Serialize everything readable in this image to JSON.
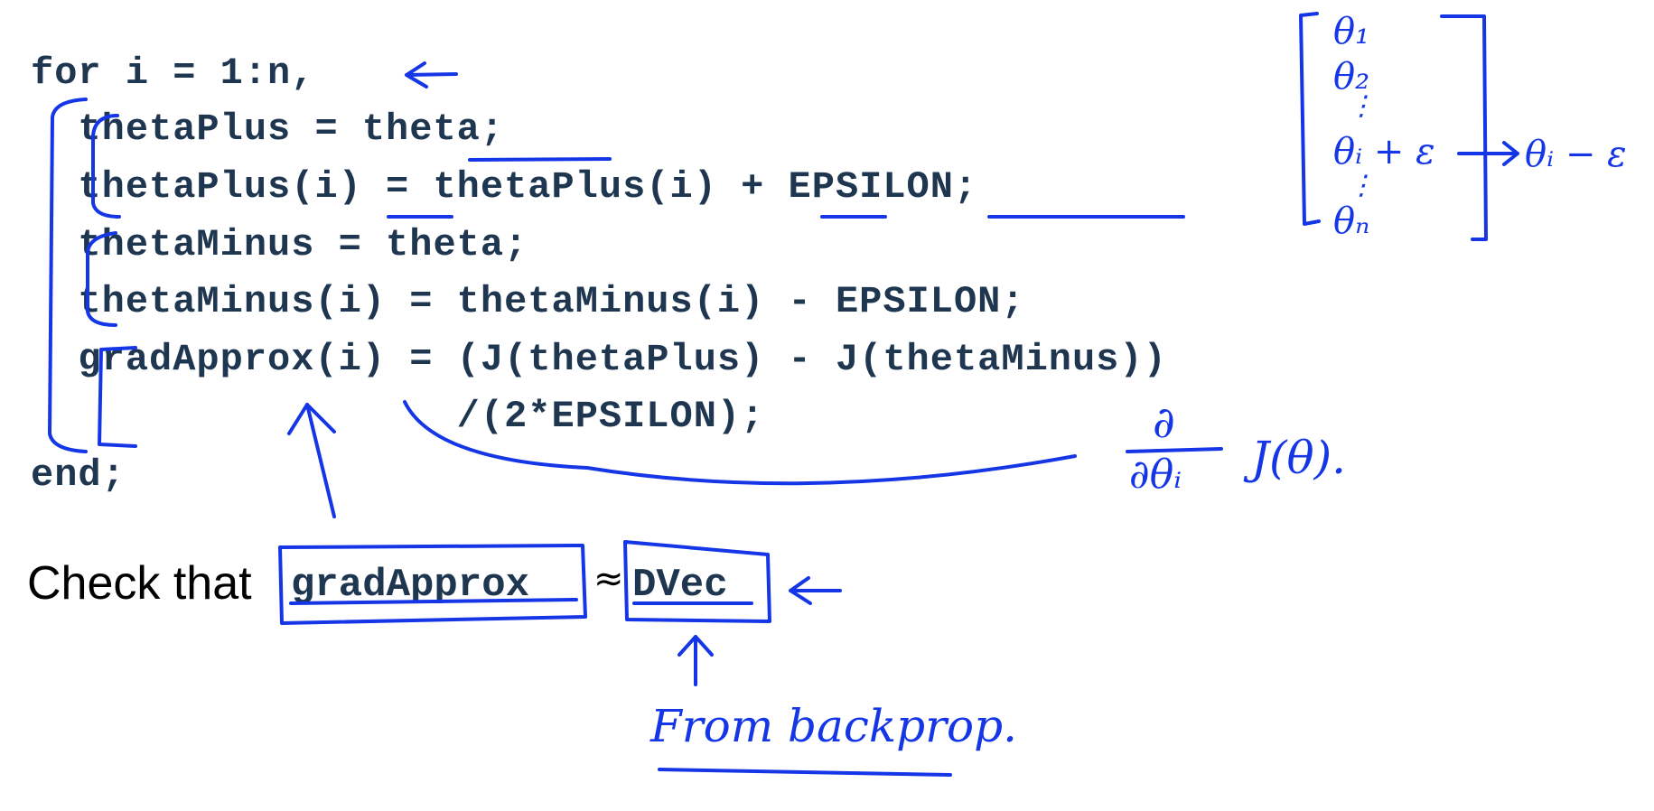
{
  "code": {
    "lines": [
      "for i = 1:n,",
      "  thetaPlus = theta;",
      "  thetaPlus(i) = thetaPlus(i) + EPSILON;",
      "  thetaMinus = theta;",
      "  thetaMinus(i) = thetaMinus(i) - EPSILON;",
      "  gradApprox(i) = (J(thetaPlus) - J(thetaMinus))",
      "                  /(2*EPSILON);",
      "end;"
    ]
  },
  "check": {
    "prefix": "Check that",
    "left_term": "gradApprox",
    "relation": "≈",
    "right_term": "DVec"
  },
  "annotations": {
    "from_backprop": "From backprop.",
    "theta_vector": [
      "θ₁",
      "θ₂",
      "⋮",
      "θᵢ + ε",
      "⋮",
      "θₙ"
    ],
    "theta_minus": "θᵢ − ε",
    "partial_num": "∂",
    "partial_den": "∂θᵢ",
    "cost": "J(θ)."
  },
  "colors": {
    "code": "#1f3650",
    "ink": "#1436e6"
  }
}
